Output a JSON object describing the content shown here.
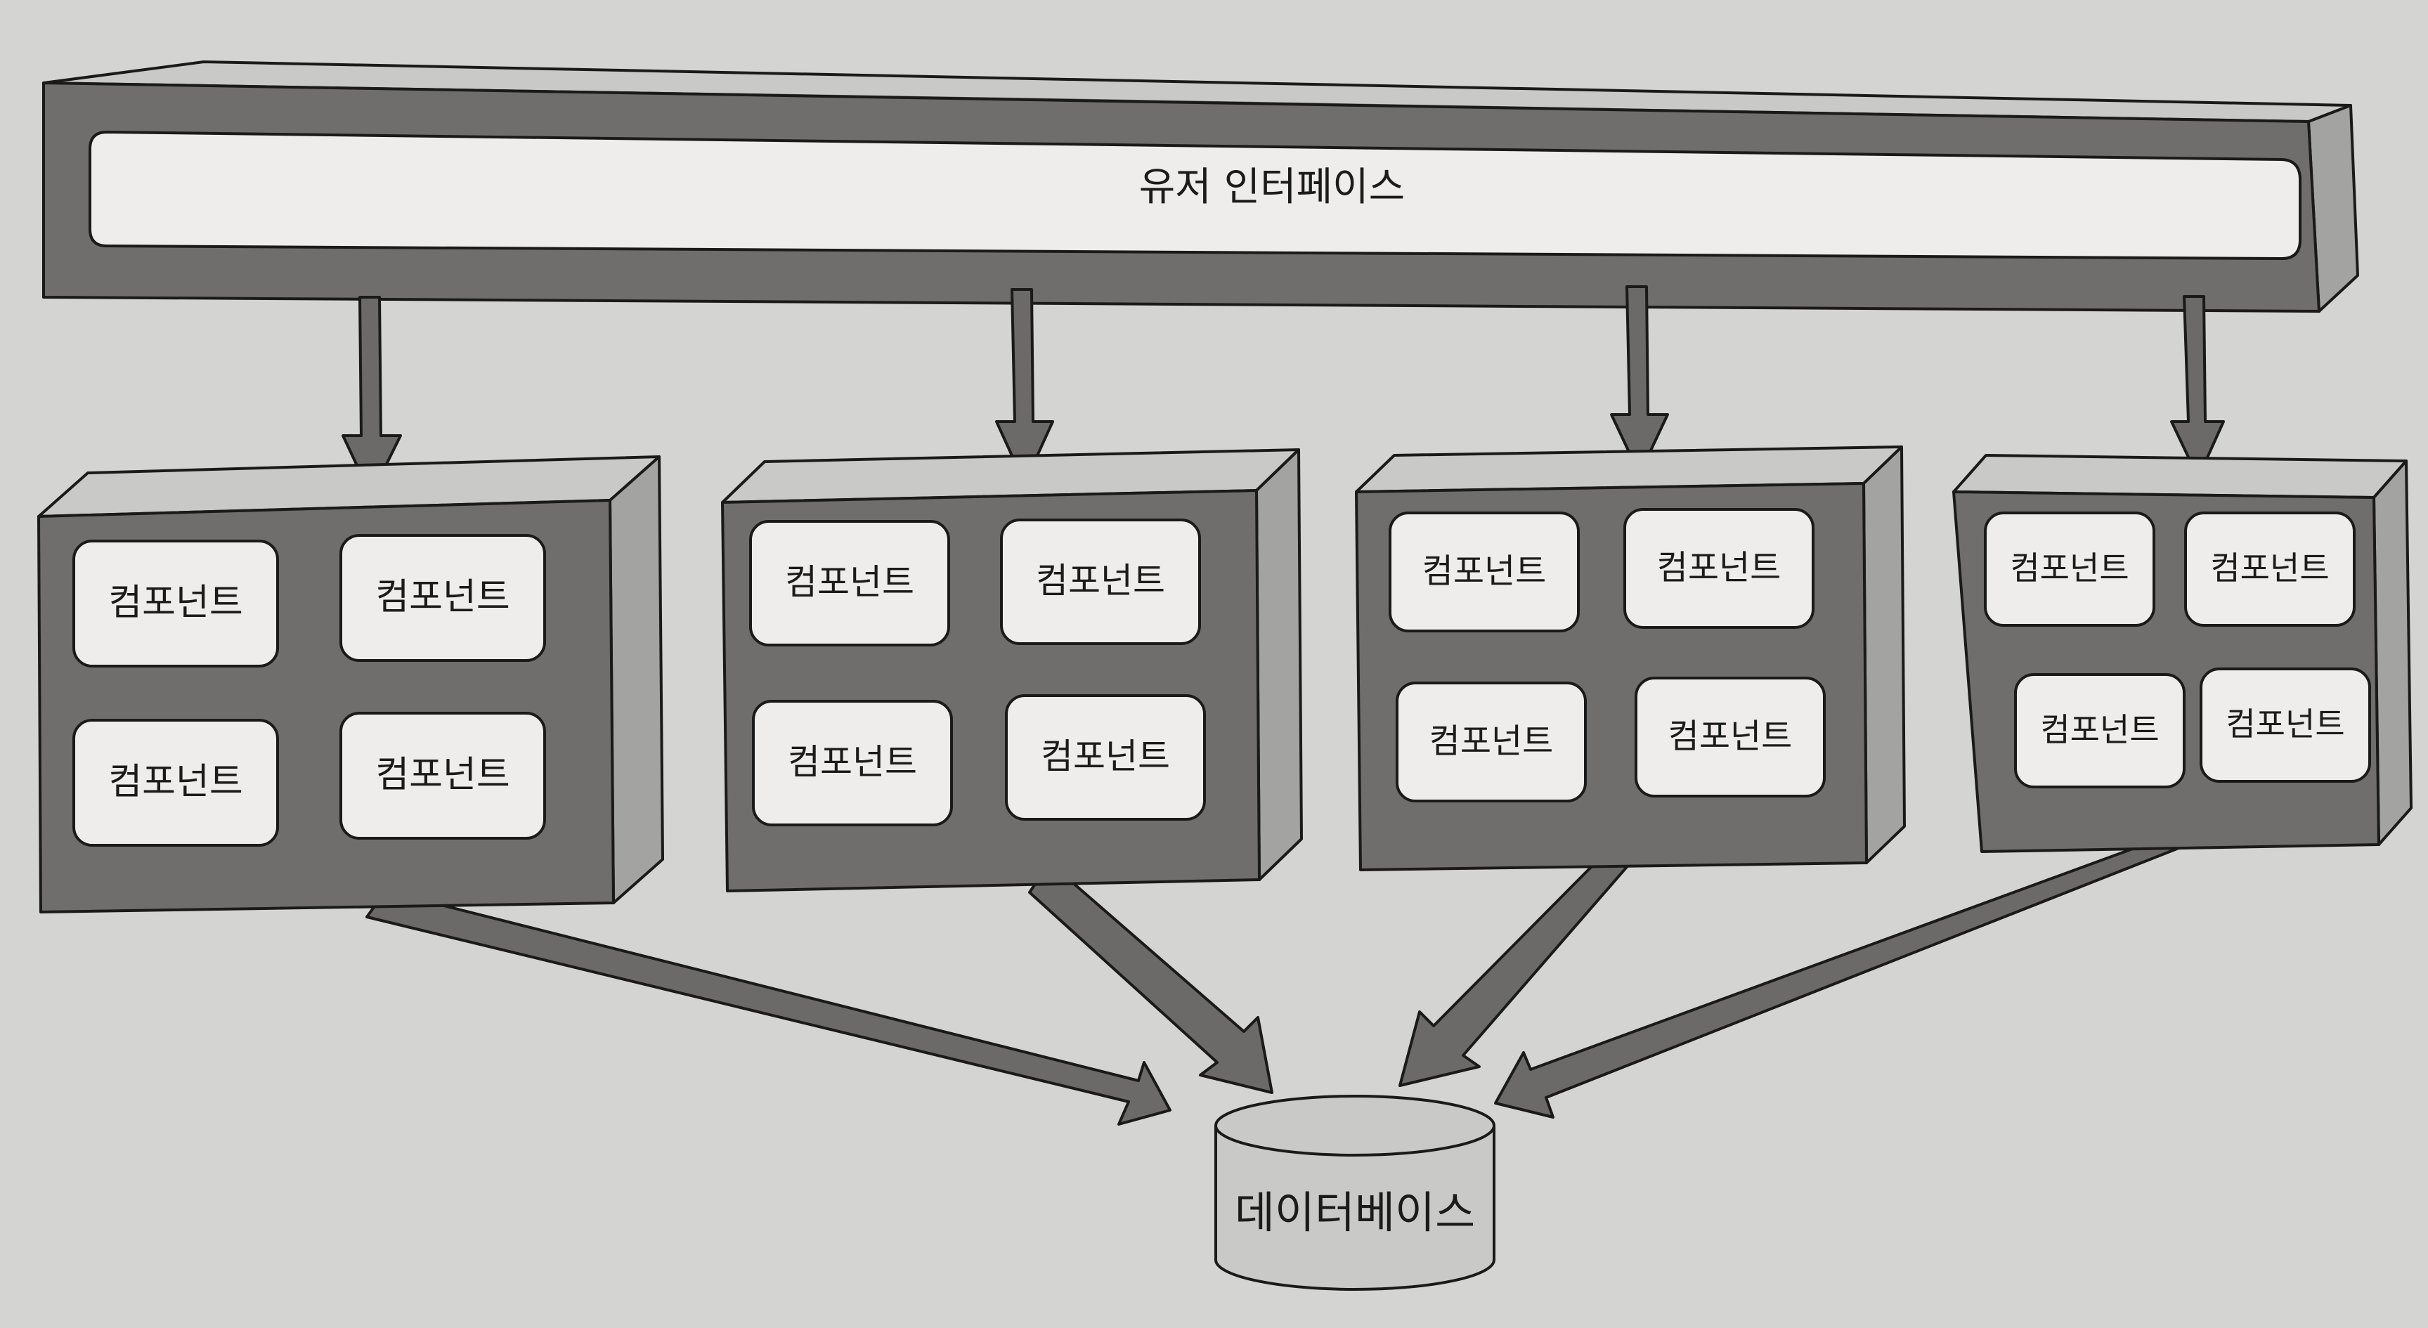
{
  "ui_bar": {
    "label": "유저 인터페이스"
  },
  "services": [
    {
      "components": [
        "컴포넌트",
        "컴포넌트",
        "컴포넌트",
        "컴포넌트"
      ]
    },
    {
      "components": [
        "컴포넌트",
        "컴포넌트",
        "컴포넌트",
        "컴포넌트"
      ]
    },
    {
      "components": [
        "컴포넌트",
        "컴포넌트",
        "컴포넌트",
        "컴포넌트"
      ]
    },
    {
      "components": [
        "컴포넌트",
        "컴포넌트",
        "컴포넌트",
        "컴포넌트"
      ]
    }
  ],
  "database": {
    "label": "데이터베이스"
  },
  "colors": {
    "background": "#d4d4d2",
    "box_fill": "#6f6e6c",
    "box_top": "#c9c9c7",
    "box_side": "#a3a3a1",
    "panel_fill": "#eeedeb",
    "arrow_fill": "#6b6a68",
    "stroke": "#1a1a1a"
  }
}
